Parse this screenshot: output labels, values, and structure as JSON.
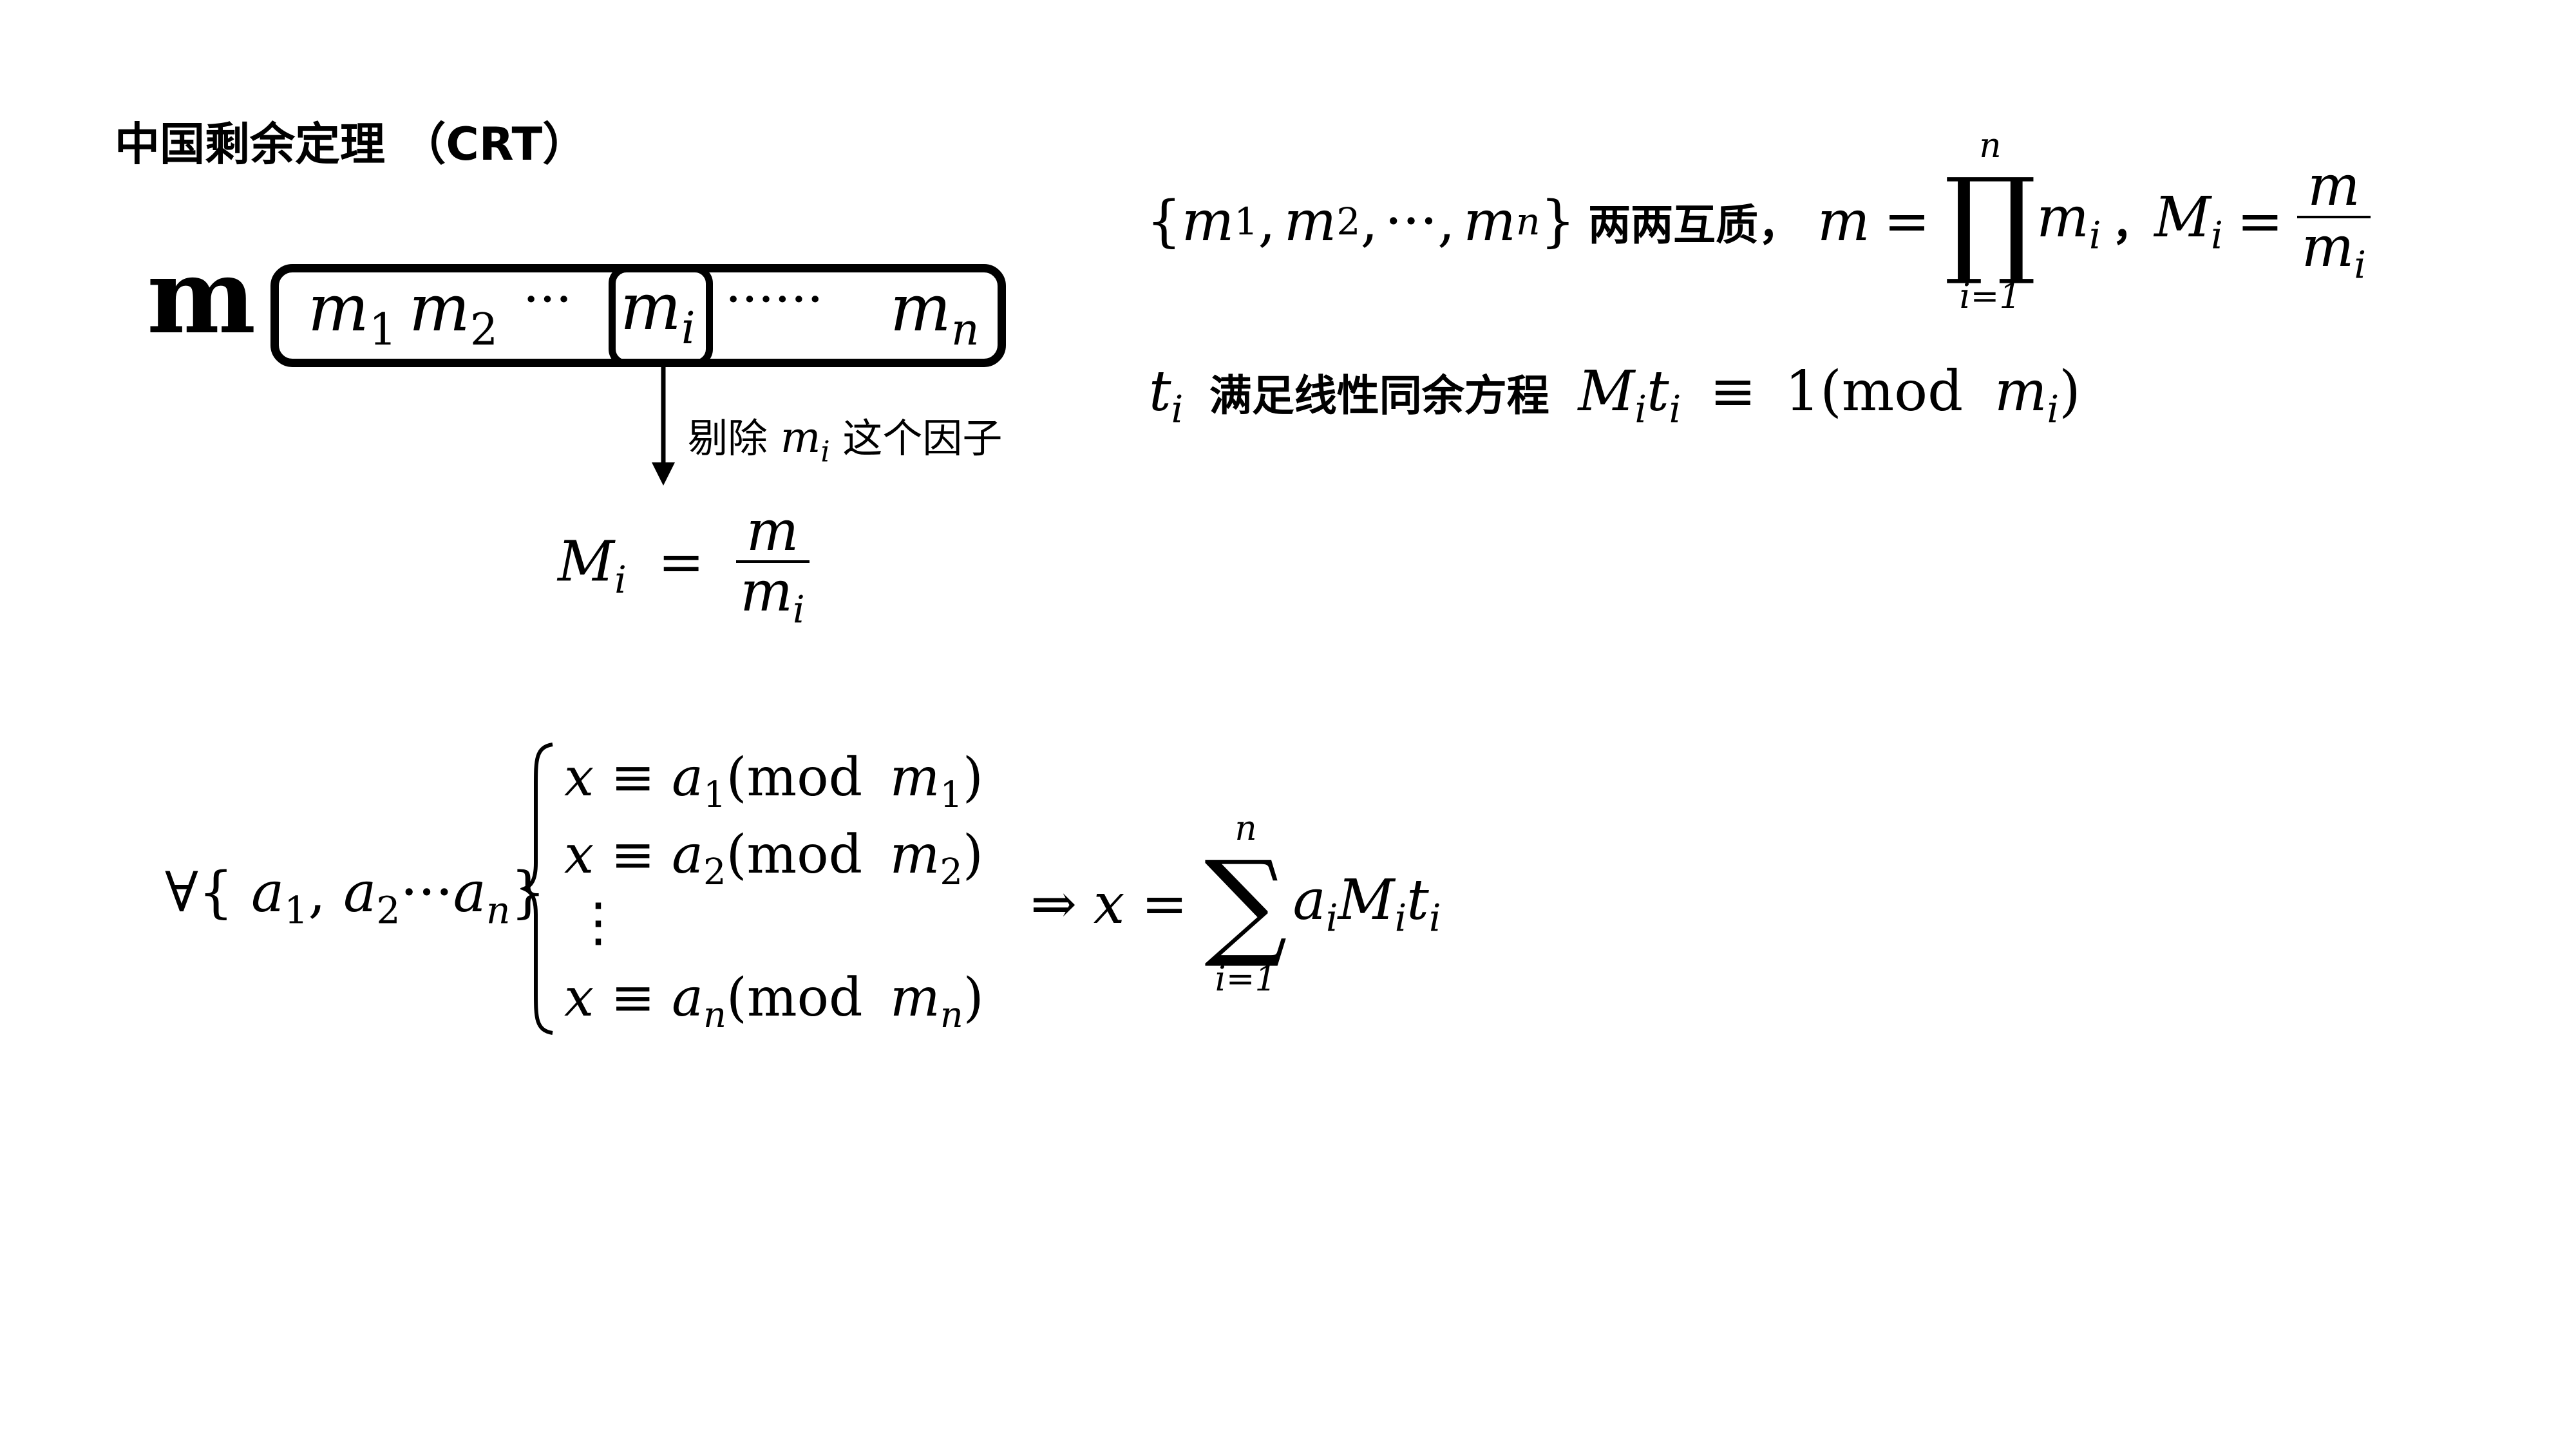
{
  "title": "中国剩余定理 （CRT）",
  "m_label": "m",
  "moduli_row": {
    "m1_base": "m",
    "m1_sub": "1",
    "m2_base": "m",
    "m2_sub": "2",
    "dots_short": "···",
    "mi_base": "m",
    "mi_sub": "i",
    "dots_long": "······",
    "mn_base": "m",
    "mn_sub": "n"
  },
  "arrow_label": {
    "prefix": "剔除",
    "var_base": "m",
    "var_sub": "i",
    "suffix": "这个因子"
  },
  "Mi_def": {
    "lhs_base": "M",
    "lhs_sub": "i",
    "eq": "=",
    "num": "m",
    "den_base": "m",
    "den_sub": "i"
  },
  "coprime_line": {
    "set_open": "{",
    "m1": "m",
    "s1": "1",
    "m2": "m",
    "s2": "2",
    "dots": "···",
    "mn": "m",
    "sn": "n",
    "set_close": "}",
    "comma": ",",
    "text": "两两互质，",
    "m_var": "m",
    "eq": "=",
    "prod_symbol": "∏",
    "prod_upper": "n",
    "prod_lower": "i=1",
    "prod_term_base": "m",
    "prod_term_sub": "i",
    "sep": "，",
    "Mi_base": "M",
    "Mi_sub": "i",
    "Mi_num": "m",
    "Mi_den_base": "m",
    "Mi_den_sub": "i"
  },
  "ti_line": {
    "ti_base": "t",
    "ti_sub": "i",
    "text": "满足线性同余方程",
    "M_base": "M",
    "M_sub": "i",
    "t_base": "t",
    "t_sub": "i",
    "equiv": "≡",
    "one": "1",
    "mod_open": "(mod",
    "m_base": "m",
    "m_sub": "i",
    "close": ")"
  },
  "forall": {
    "symbol": "∀",
    "open": "{",
    "a1": "a",
    "s1": "1",
    "a2": "a",
    "s2": "2",
    "dots": "···",
    "an": "a",
    "sn": "n",
    "close": "}"
  },
  "system": {
    "brace": "{",
    "rows": [
      {
        "x": "x",
        "equiv": "≡",
        "a": "a",
        "a_sub": "1",
        "mod": "(mod",
        "m": "m",
        "m_sub": "1",
        "close": ")"
      },
      {
        "x": "x",
        "equiv": "≡",
        "a": "a",
        "a_sub": "2",
        "mod": "(mod",
        "m": "m",
        "m_sub": "2",
        "close": ")"
      },
      {
        "x": "x",
        "equiv": "≡",
        "a": "a",
        "a_sub": "n",
        "mod": "(mod",
        "m": "m",
        "m_sub": "n",
        "close": ")"
      }
    ],
    "vdots": "⋮"
  },
  "solution": {
    "implies": "⇒",
    "x": "x",
    "eq": "=",
    "sum_symbol": "∑",
    "sum_upper": "n",
    "sum_lower": "i=1",
    "a_base": "a",
    "a_sub": "i",
    "M_base": "M",
    "M_sub": "i",
    "t_base": "t",
    "t_sub": "i"
  }
}
